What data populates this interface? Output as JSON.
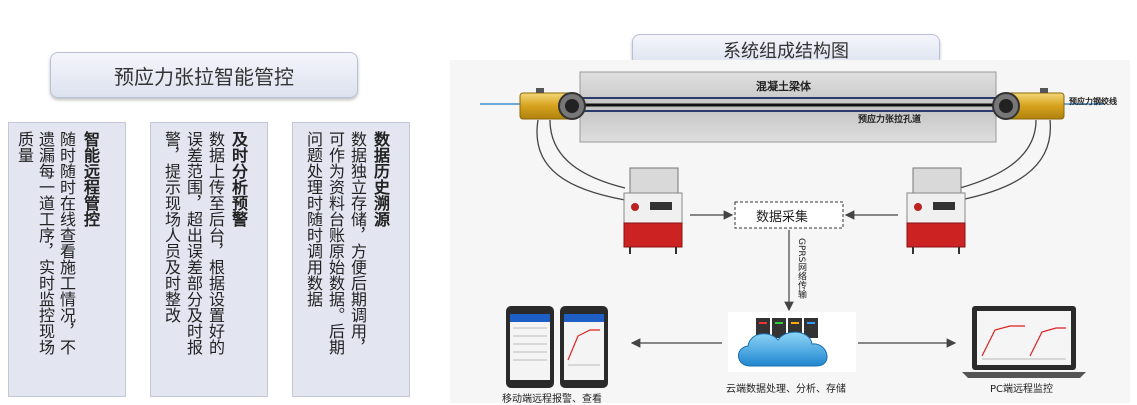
{
  "left_title": "预应力张拉智能管控",
  "right_title": "系统组成结构图",
  "cards": [
    {
      "title": "智能远程管控",
      "body_col1": "随时随时在线查看施工情况，不",
      "body_col2": "遗漏每一道工序，实时监控现场",
      "body_col3": "质量"
    },
    {
      "title": "及时分析预警",
      "body_col1": "数据上传至后台，根据设置好的",
      "body_col2": "误差范围，超出误差部分及时报",
      "body_col3": "警，提示现场人员及时整改"
    },
    {
      "title": "数据历史溯源",
      "body_col1": "数据独立存储，方便后期调用，",
      "body_col2": "可作为资料台账原始数据。后期",
      "body_col3": "问题处理时随时调用数据"
    }
  ],
  "diagram": {
    "beam_label": "混凝土梁体",
    "duct_label": "预应力张拉孔道",
    "strand_label": "预应力钢绞线",
    "data_box_label": "数据采集",
    "gprs_label": "GPRS网络传输",
    "cloud_label": "云端数据处理、分析、存储",
    "mobile_label": "移动端远程报警、查看",
    "pc_label": "PC端远程监控"
  }
}
